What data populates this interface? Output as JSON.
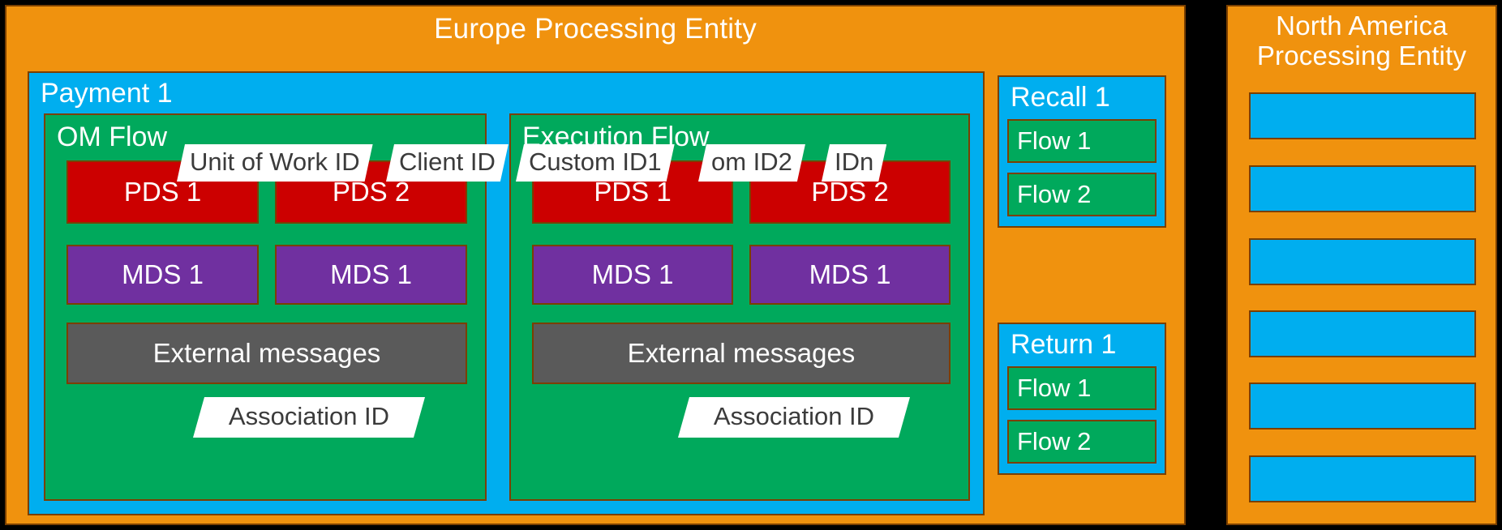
{
  "entities": {
    "europe": {
      "title": "Europe Processing Entity",
      "colors": {
        "panel": "#F0920E",
        "border": "#7B3F00"
      }
    },
    "north_america": {
      "title": "North America\nProcessing Entity",
      "title_line1": "North America",
      "title_line2": "Processing Entity",
      "slots": [
        "",
        "",
        "",
        "",
        "",
        ""
      ],
      "slot_count": 6,
      "colors": {
        "panel": "#F0920E",
        "slot": "#00AEEF",
        "border": "#7B3F00"
      }
    }
  },
  "payment": {
    "label": "Payment 1",
    "color": "#00AEEF",
    "id_tags": [
      {
        "name": "unit-of-work-id",
        "label": "Unit of Work ID"
      },
      {
        "name": "client-id",
        "label": "Client ID"
      },
      {
        "name": "custom-id1",
        "label": "Custom ID1"
      },
      {
        "name": "custom-id2",
        "label": "om ID2"
      },
      {
        "name": "idn",
        "label": "IDn"
      }
    ],
    "flows": [
      {
        "name": "om-flow",
        "title": "OM Flow",
        "pds": [
          "PDS 1",
          "PDS 2"
        ],
        "mds": [
          "MDS 1",
          "MDS 1"
        ],
        "external_messages": "External messages",
        "association_id": "Association ID"
      },
      {
        "name": "execution-flow",
        "title": "Execution Flow",
        "pds": [
          "PDS 1",
          "PDS 2"
        ],
        "mds": [
          "MDS 1",
          "MDS 1"
        ],
        "external_messages": "External messages",
        "association_id": "Association ID"
      }
    ]
  },
  "side_blocks": [
    {
      "name": "recall",
      "label": "Recall 1",
      "flows": [
        "Flow 1",
        "Flow 2"
      ]
    },
    {
      "name": "return",
      "label": "Return 1",
      "flows": [
        "Flow 1",
        "Flow 2"
      ]
    }
  ],
  "palette": {
    "background": "#000000",
    "entity_orange": "#F0920E",
    "container_blue": "#00AEEF",
    "flow_green": "#00A95C",
    "pds_red": "#CC0000",
    "mds_purple": "#7030A0",
    "external_gray": "#5A5A5A",
    "tag_white": "#FFFFFF",
    "border_brown": "#7B3F00",
    "text_white": "#FFFFFF",
    "tag_text": "#3B3B3B"
  }
}
